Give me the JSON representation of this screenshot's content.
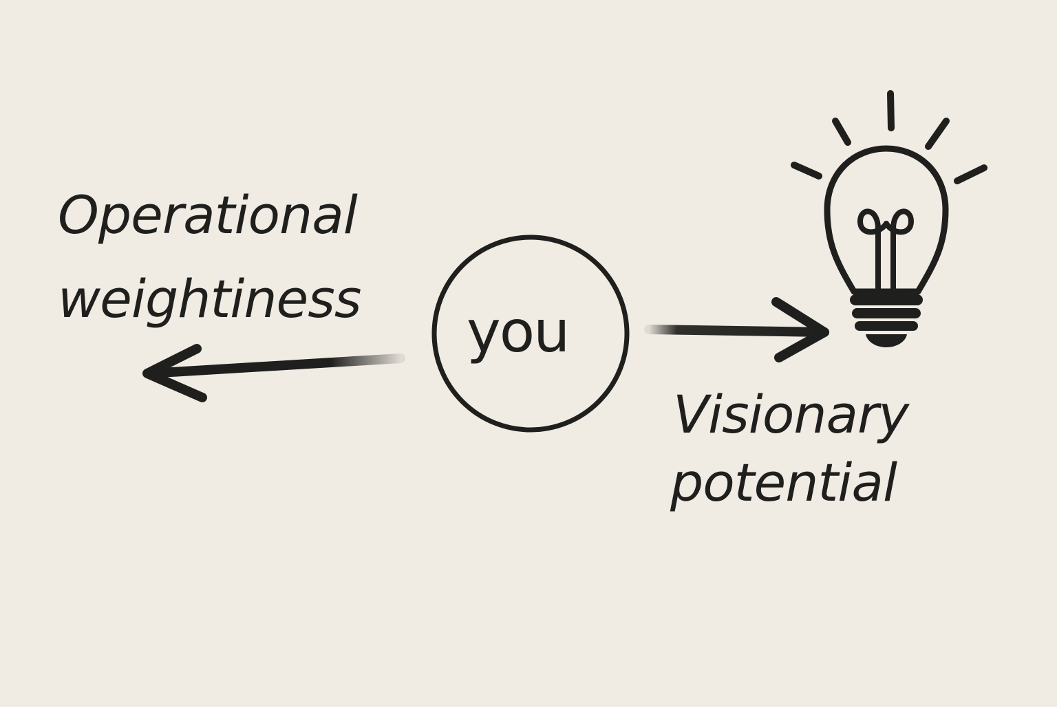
{
  "diagram": {
    "center": {
      "label": "you"
    },
    "left": {
      "line1": "Operational",
      "line2": "weightiness"
    },
    "right": {
      "line1": "Visionary",
      "line2": "potential"
    },
    "icons": {
      "idea": "lightbulb-icon"
    }
  },
  "colors": {
    "background": "#f0ebe3",
    "ink": "#1f1f1d"
  }
}
